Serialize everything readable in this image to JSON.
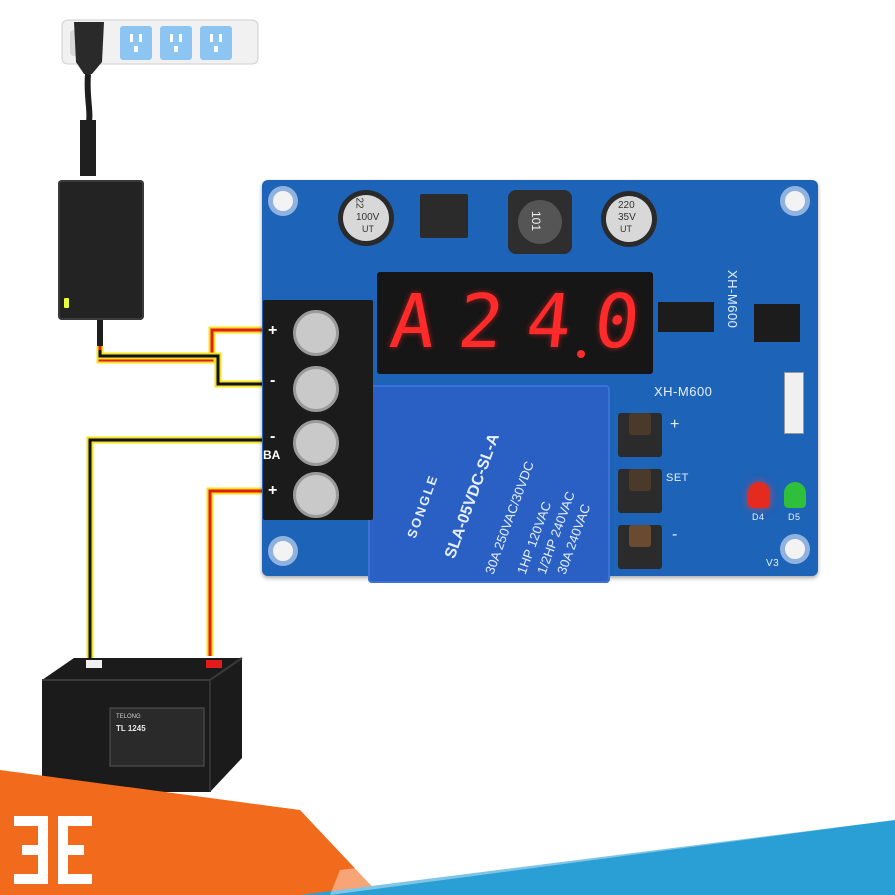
{
  "module": {
    "display_digits": [
      "A",
      "2",
      "4",
      "0"
    ],
    "display_decimal_after": 2,
    "board_label_top": "XH-M600",
    "board_label_mid": "XH-M600",
    "version_label": "V3",
    "terminal_labels": [
      "+",
      "-",
      "-",
      "BA",
      "+"
    ],
    "relay": {
      "brand": "SONGLE",
      "model": "SLA-05VDC-SL-A",
      "ratings": [
        "30A 250VAC/30VDC",
        "1HP 120VAC",
        "1/2HP 240VAC",
        "30A 240VAC"
      ]
    },
    "capacitor_left": [
      "22",
      "100V",
      "UT"
    ],
    "capacitor_right": [
      "220",
      "35V",
      "UT"
    ],
    "inductor": "101",
    "buttons": [
      {
        "symbol": "+"
      },
      {
        "symbol": "SET"
      },
      {
        "symbol": "-"
      }
    ],
    "leds": [
      {
        "name": "D4",
        "color": "#e52a1f"
      },
      {
        "name": "D5",
        "color": "#2fbf3a"
      }
    ]
  },
  "battery": {
    "model": "TL 1245",
    "brand": "TELONG"
  },
  "colors": {
    "pcb": "#1d63b8",
    "wire_red": "#e41b1b",
    "wire_yellow": "#f4e21a",
    "wire_black": "#111111",
    "banner_orange": "#f26a1b",
    "banner_blue": "#2a9fd6"
  }
}
